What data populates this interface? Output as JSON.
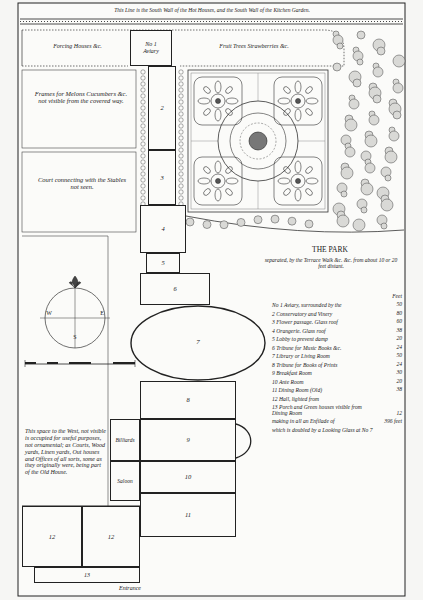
{
  "diagram": {
    "nodes": [
      {
        "text": [
          "No 1",
          "Aviary"
        ]
      },
      {
        "text": [
          "2"
        ]
      },
      {
        "text": [
          "3"
        ]
      },
      {
        "text": [
          "4"
        ]
      },
      {
        "text": [
          "5"
        ]
      },
      {
        "text": [
          "6"
        ]
      },
      {
        "text": [
          "7"
        ]
      },
      {
        "text": [
          "8"
        ]
      },
      {
        "text": [
          "9"
        ]
      },
      {
        "text": [
          "Billiards"
        ]
      },
      {
        "text": [
          "10"
        ]
      },
      {
        "text": [
          "Saloon"
        ]
      },
      {
        "text": [
          "11"
        ]
      },
      {
        "text": [
          "12"
        ]
      },
      {
        "text": [
          "12"
        ]
      },
      {
        "text": [
          "13"
        ]
      }
    ],
    "labels": [
      "This Line is the South Wall of the Hot Houses, and the South Wall of the Kitchen Garden.",
      "Forcing Houses &c.",
      "Fruit Trees Strawberries &c.",
      "Frames for Melons Cucumbers &c. not visible from the covered way.",
      "Court connecting with the Stables not seen.",
      "W",
      "E",
      "S",
      "This space to the West, not visible is occupied for useful purposes, not ornamental; as Courts, Wood yards, Linen yards, Out houses and Offices of all sorts, some as they originally were, being part of the Old House.",
      "THE PARK",
      "separated, by the Terrace Walk &c. &c. from about 10 or 20 feet distant.",
      "Feet",
      "No 1 Aviary, surrounded by the",
      "50",
      "2 Conservatory and Vinery",
      "80",
      "3 Flower passage. Glass roof",
      "60",
      "4 Orangerie. Glass roof",
      "38",
      "5 Lobby to prevent damp",
      "20",
      "6 Tribune for Music Books &c.",
      "24",
      "7 Library or Living Room",
      "50",
      "8 Tribune for Books of Prints",
      "24",
      "9 Breakfast Room",
      "30",
      "10 Ante Room",
      "20",
      "11 Dining Room (Old)",
      "38",
      "12 Hall, lighted from",
      "13 Porch and Green houses visible from Dining Room",
      "12",
      "making in all an Enfilade of",
      "396 feet",
      "which is doubled by a Looking Glass at No 7",
      "Entrance"
    ]
  }
}
